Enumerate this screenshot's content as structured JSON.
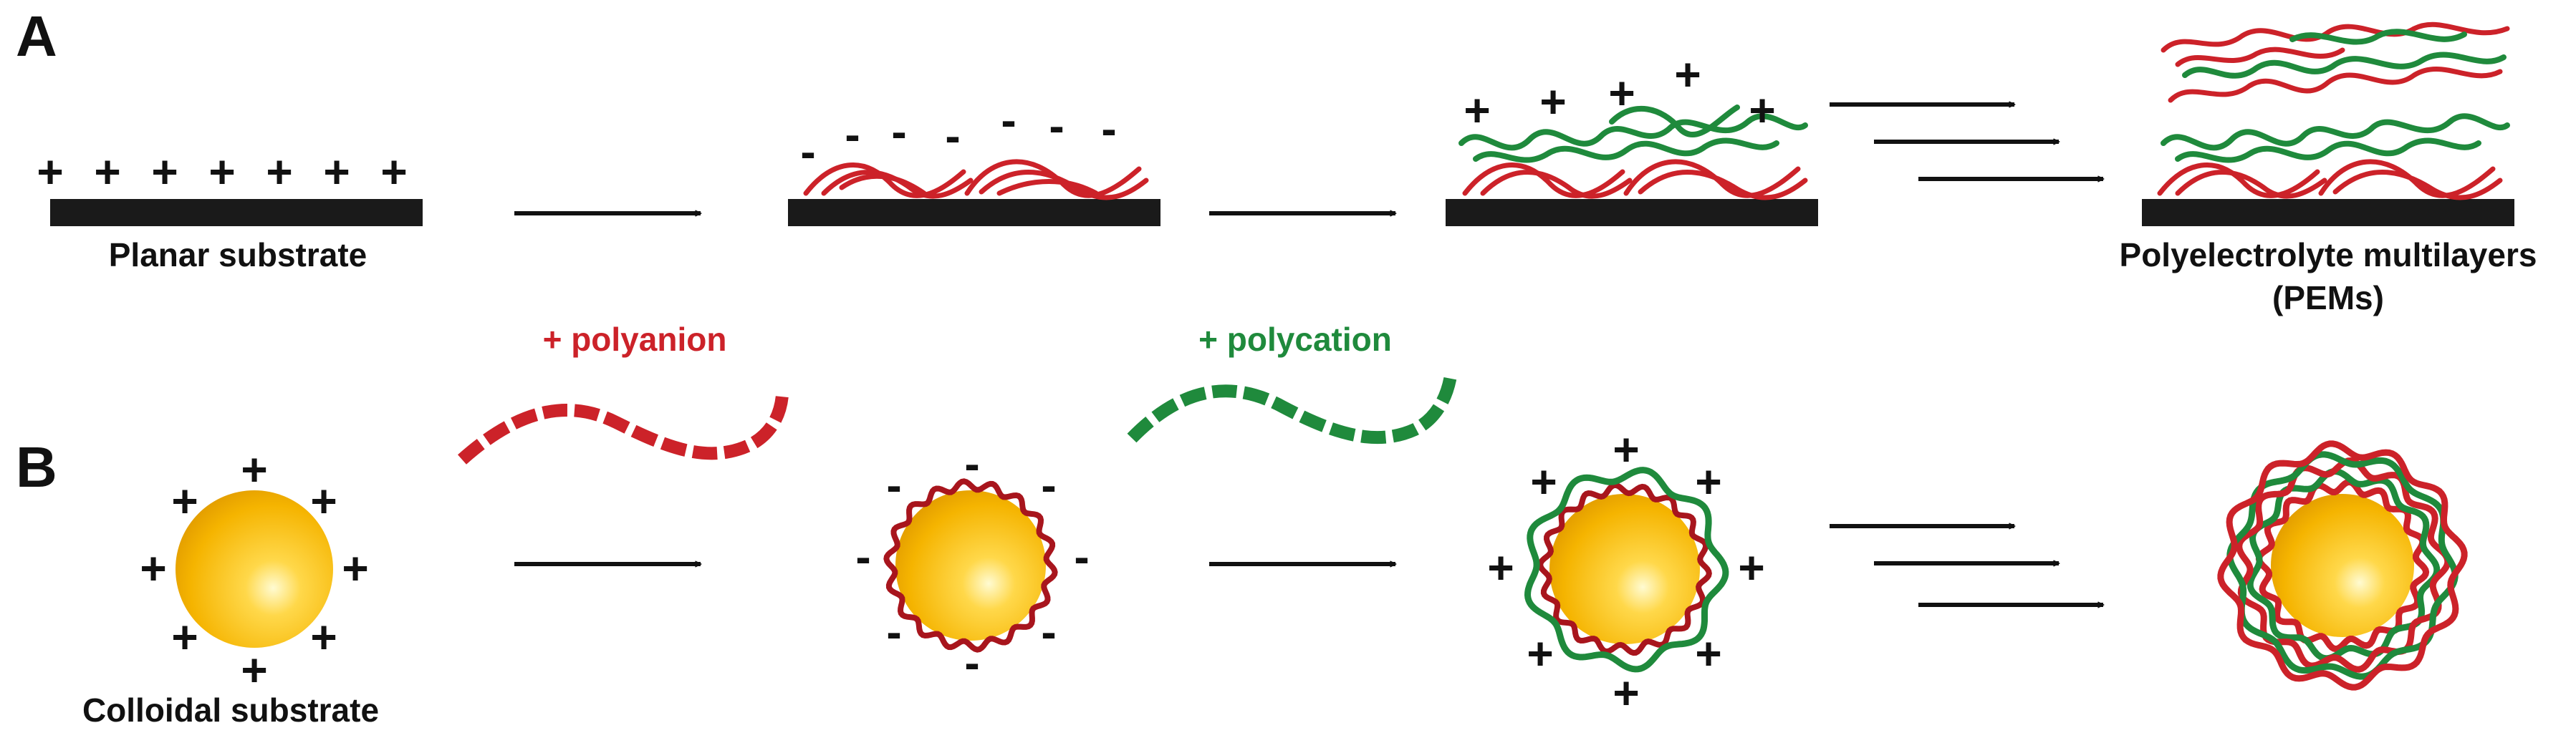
{
  "colors": {
    "substrate": "#1a1a1a",
    "polyanion": "#cc2229",
    "polycation": "#1f8a3c",
    "colloid_core": "#f6b800",
    "colloid_highlight": "#fff7c0",
    "text": "#111111"
  },
  "panels": {
    "a": "A",
    "b": "B"
  },
  "captions": {
    "planar": "Planar substrate",
    "pems_line1": "Polyelectrolyte multilayers",
    "pems_line2": "(PEMs)",
    "colloidal": "Colloidal substrate"
  },
  "reagents": {
    "polyanion": "+ polyanion",
    "polycation": "+ polycation"
  },
  "charges": {
    "positive": "+",
    "negative": "-"
  }
}
